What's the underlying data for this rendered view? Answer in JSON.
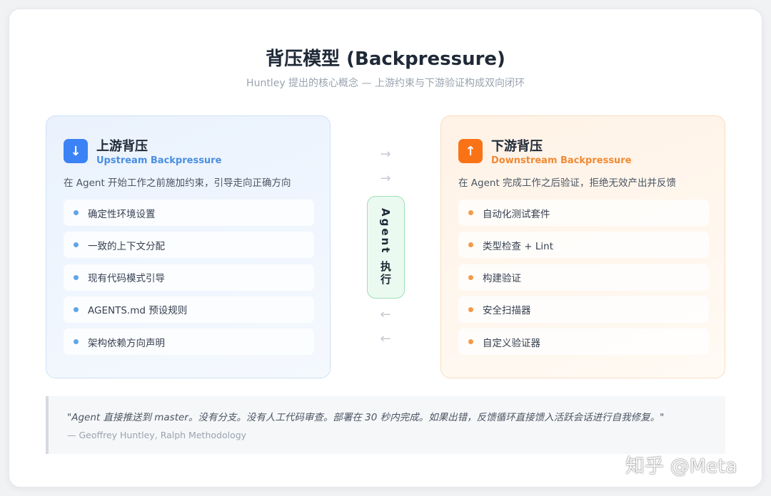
{
  "title": "背压模型 (Backpressure)",
  "subtitle": "Huntley 提出的核心概念 — 上游约束与下游验证构成双向闭环",
  "upstream": {
    "icon": "arrow-down-icon",
    "icon_glyph": "↓",
    "accent": "#3b82f6",
    "title": "上游背压",
    "subtitle": "Upstream Backpressure",
    "description": "在 Agent 开始工作之前施加约束，引导走向正确方向",
    "items": [
      {
        "label": "确定性环境设置"
      },
      {
        "label": "一致的上下文分配"
      },
      {
        "label": "现有代码模式引导"
      },
      {
        "label": "AGENTS.md 预设规则"
      },
      {
        "label": "架构依赖方向声明"
      }
    ]
  },
  "downstream": {
    "icon": "arrow-up-icon",
    "icon_glyph": "↑",
    "accent": "#f97316",
    "title": "下游背压",
    "subtitle": "Downstream Backpressure",
    "description": "在 Agent 完成工作之后验证，拒绝无效产出并反馈",
    "items": [
      {
        "label": "自动化测试套件"
      },
      {
        "label": "类型检查 + Lint"
      },
      {
        "label": "构建验证"
      },
      {
        "label": "安全扫描器"
      },
      {
        "label": "自定义验证器"
      }
    ]
  },
  "center": {
    "label": "Agent 执行",
    "arrow_right": "→",
    "arrow_left": "←",
    "accent": "#9ddfb4"
  },
  "quote": {
    "text": "\"Agent 直接推送到 master。没有分支。没有人工代码审查。部署在 30 秒内完成。如果出错，反馈循环直接馈入活跃会话进行自我修复。\"",
    "source": "— Geoffrey Huntley, Ralph Methodology"
  },
  "watermark": "知乎 @Meta"
}
